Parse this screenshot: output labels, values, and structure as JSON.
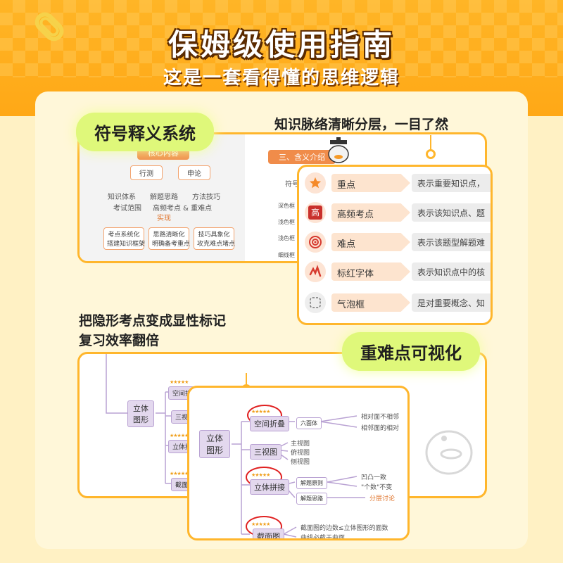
{
  "header": {
    "title": "保姆级使用指南",
    "subtitle": "这是一套看得懂的思维逻辑"
  },
  "section1": {
    "badge": "符号释义系统",
    "caption": "知识脉络清晰分层，一目了然",
    "flow": {
      "core": "核心内容",
      "left": "行测",
      "right": "申论",
      "items": [
        "知识体系",
        "解题思路",
        "方法技巧",
        "考试范围",
        "高频考点 & 重难点"
      ],
      "realize": "实现",
      "bottom": [
        "考点系统化\n搭建知识框架",
        "思路清晰化\n明确备考重点",
        "技巧具象化\n攻克难点堵点"
      ]
    },
    "meaning_header": "三、含义介绍",
    "meaning_sub": "符号",
    "side_labels": [
      "深色框",
      "浅色框",
      "浅色框",
      "细线框"
    ],
    "legend": [
      {
        "icon": "star-icon",
        "label": "重点",
        "desc": "表示重要知识点，"
      },
      {
        "icon": "gao-icon",
        "label": "高频考点",
        "desc": "表示该知识点、题"
      },
      {
        "icon": "target-icon",
        "label": "难点",
        "desc": "表示该题型解题难"
      },
      {
        "icon": "brush-icon",
        "label": "标红字体",
        "desc": "表示知识点中的核"
      },
      {
        "icon": "bubble-icon",
        "label": "气泡框",
        "desc": "是对重要概念、知"
      }
    ]
  },
  "section2": {
    "caption_line1": "把隐形考点变成显性标记",
    "caption_line2": "复习效率翻倍",
    "badge": "重难点可视化",
    "mind_back": {
      "root": "立体\n图形",
      "nodes": [
        "空间折",
        "三视",
        "立体拼",
        "截面"
      ]
    },
    "mind_front": {
      "root": "立体\n图形",
      "nodes": [
        "空间折叠",
        "三视图",
        "立体拼接",
        "截面图"
      ],
      "fold_sub": "六面体",
      "fold_leaves": [
        "相对面不相邻",
        "相邻面的相对"
      ],
      "view_leaves": [
        "主视图",
        "俯视图",
        "侧视图"
      ],
      "assemble_sub": [
        "解题原则",
        "解题思路"
      ],
      "assemble_leaves": [
        "凹凸一致",
        "\"个数\"不变",
        "分层讨论"
      ],
      "section_leaves": [
        "截面图的边数≤立体图形的面数",
        "曲线必截于曲面"
      ],
      "stars": "★★★★★"
    }
  },
  "colors": {
    "orange": "#ffb526",
    "badge": "#dff87a",
    "cream": "#fff7d9"
  }
}
